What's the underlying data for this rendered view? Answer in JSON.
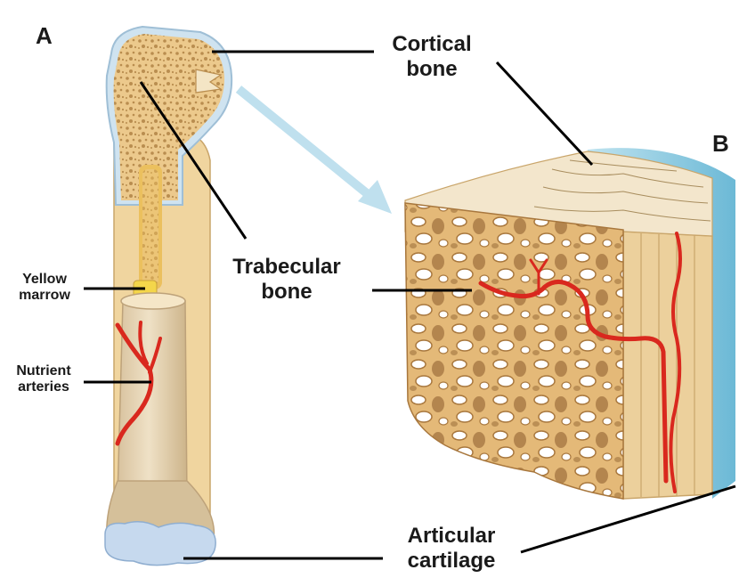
{
  "panels": {
    "a": "A",
    "b": "B"
  },
  "labels": {
    "cortical": {
      "line1": "Cortical",
      "line2": "bone"
    },
    "trabecular": {
      "line1": "Trabecular",
      "line2": "bone"
    },
    "yellow_marrow": {
      "line1": "Yellow",
      "line2": "marrow"
    },
    "nutrient_arteries": {
      "line1": "Nutrient",
      "line2": "arteries"
    },
    "articular": {
      "line1": "Articular",
      "line2": "cartilage"
    }
  },
  "colors": {
    "bone_tan": "#e9c98e",
    "bone_light": "#f3dcae",
    "bone_shaft": "#e6d3b4",
    "bone_shadow": "#c9a56a",
    "cartilage_blue": "#bcd3ec",
    "cortex_blue": "#8fcbe0",
    "artery_red": "#d9281e",
    "marrow_yellow": "#f4d64a",
    "arrow_blue": "#bfe0ee",
    "leader": "#000000"
  }
}
